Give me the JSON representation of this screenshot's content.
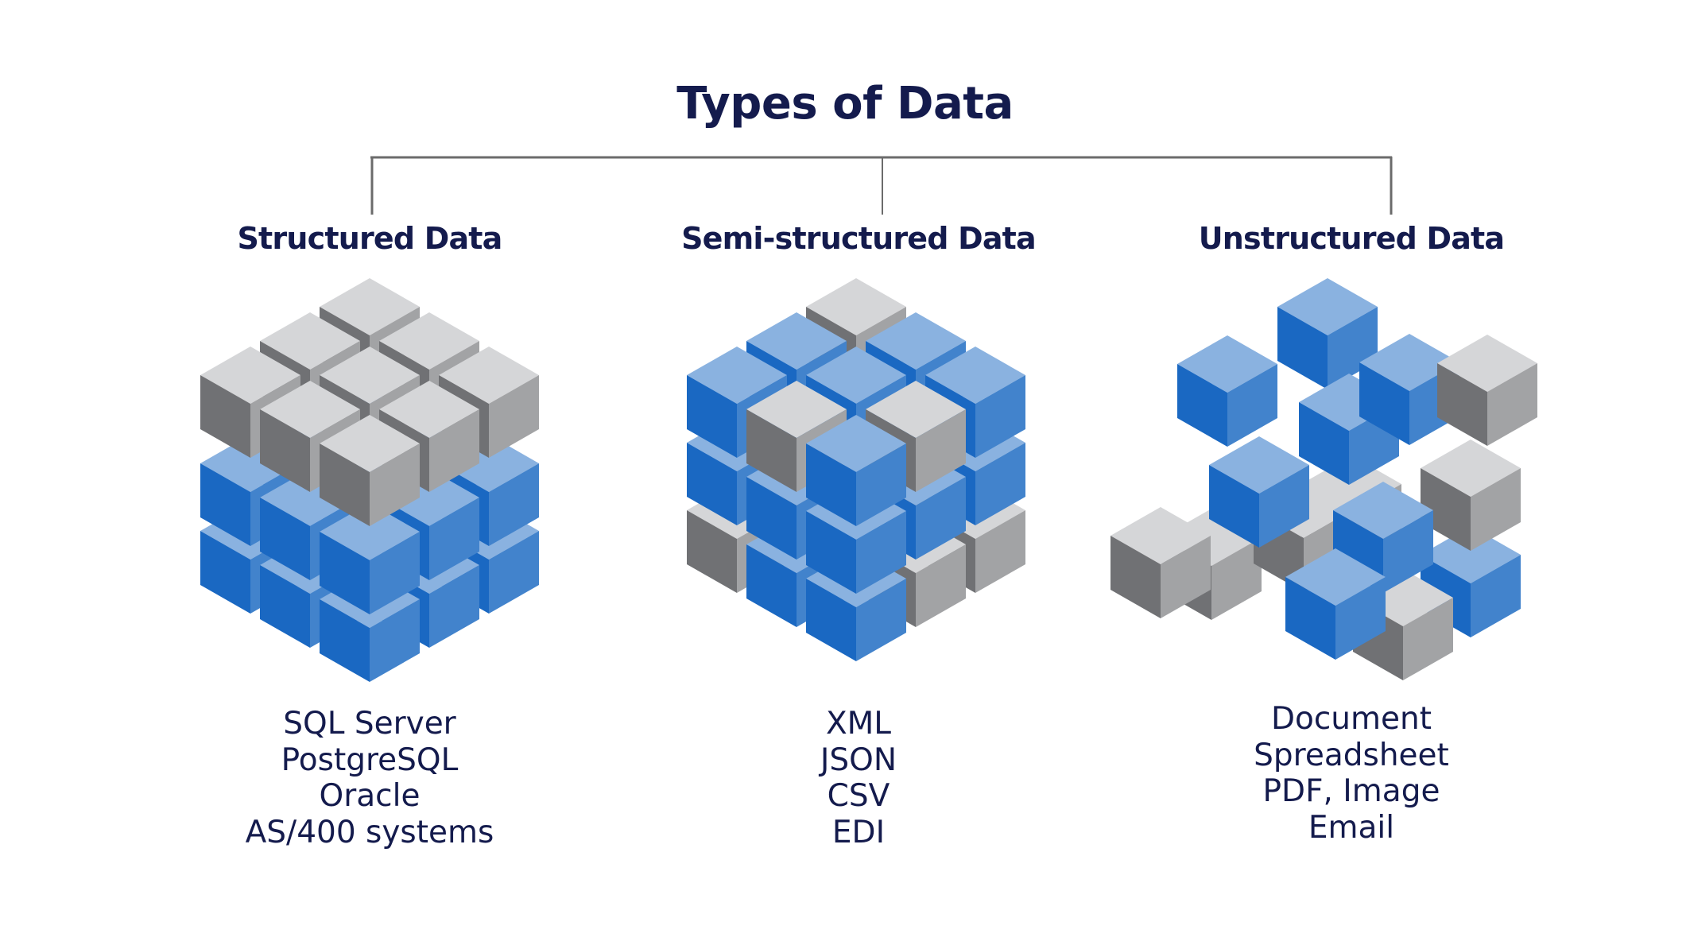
{
  "title": "Types of Data",
  "colors": {
    "text": "#141b4d",
    "connector": "#6b6b6b",
    "blue": {
      "top": "#8ab2e0",
      "left": "#1a68c2",
      "right": "#4283cc"
    },
    "gray": {
      "top": "#d5d6d8",
      "left": "#707174",
      "right": "#a2a3a5"
    }
  },
  "categories": [
    {
      "heading": "Structured Data",
      "cube_style": "ordered-block",
      "layers": [
        {
          "layer": "top",
          "color": "gray"
        },
        {
          "layer": "middle",
          "color": "blue"
        },
        {
          "layer": "bottom",
          "color": "blue"
        }
      ],
      "examples": [
        "SQL Server",
        "PostgreSQL",
        "Oracle",
        "AS/400 systems"
      ]
    },
    {
      "heading": "Semi-structured Data",
      "cube_style": "mixed-block",
      "examples": [
        "XML",
        "JSON",
        "CSV",
        "EDI"
      ]
    },
    {
      "heading": "Unstructured Data",
      "cube_style": "scattered",
      "examples": [
        "Document",
        "Spreadsheet",
        "PDF, Image",
        "Email"
      ]
    }
  ]
}
